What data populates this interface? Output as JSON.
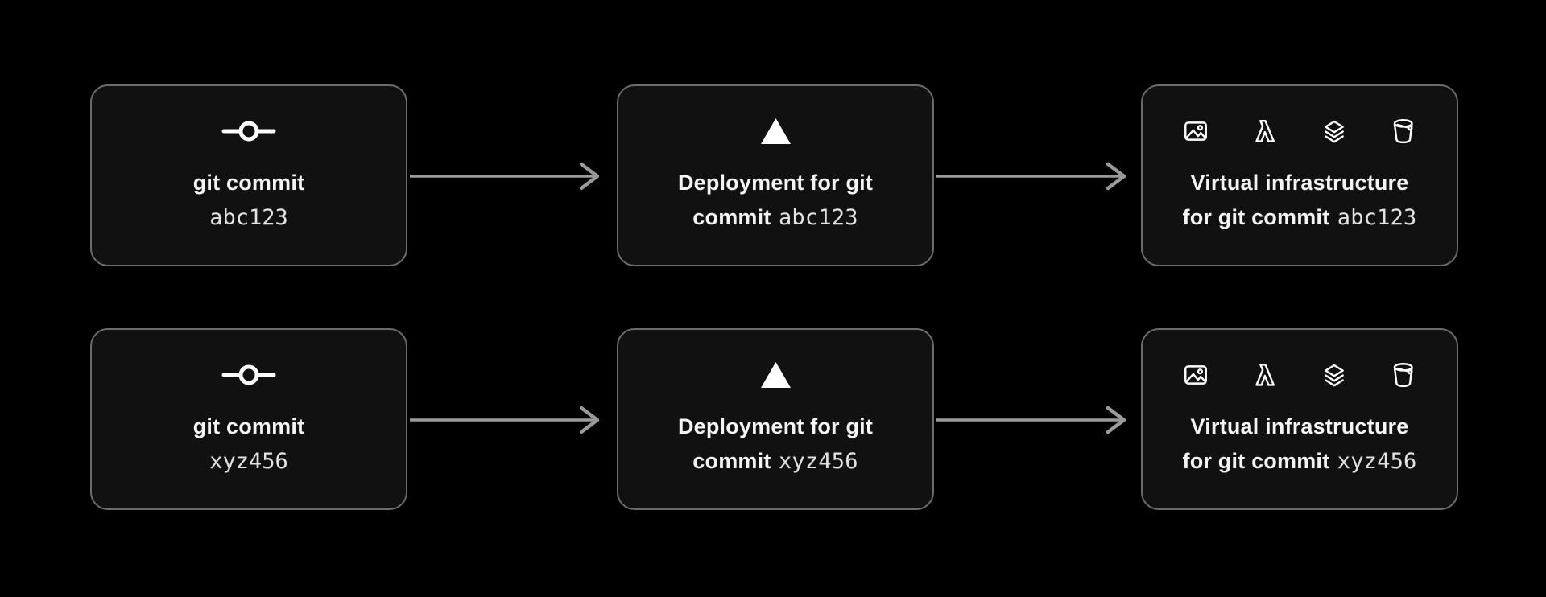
{
  "canvas": {
    "background": "#000000"
  },
  "style": {
    "box_fill": "#111111",
    "box_border": "#6b6b6b",
    "arrow_color": "#9a9a9a",
    "title_color": "#f4f4f4",
    "hash_color": "#e2e2e2",
    "icon_color": "#ffffff"
  },
  "icons": {
    "commit_box": "git-commit",
    "deployment_box": "vercel-deployment-triangle",
    "infrastructure_box": [
      "container-image",
      "lambda-function",
      "layers",
      "s3-bucket"
    ]
  },
  "rows": [
    {
      "commit": {
        "title": "git commit",
        "hash": "abc123"
      },
      "deployment": {
        "line1": "Deployment for git",
        "line2_bold": "commit",
        "hash": "abc123"
      },
      "infrastructure": {
        "line1": "Virtual infrastructure",
        "line2_bold": "for git commit",
        "hash": "abc123"
      }
    },
    {
      "commit": {
        "title": "git commit",
        "hash": "xyz456"
      },
      "deployment": {
        "line1": "Deployment for git",
        "line2_bold": "commit",
        "hash": "xyz456"
      },
      "infrastructure": {
        "line1": "Virtual infrastructure",
        "line2_bold": "for git commit",
        "hash": "xyz456"
      }
    }
  ]
}
